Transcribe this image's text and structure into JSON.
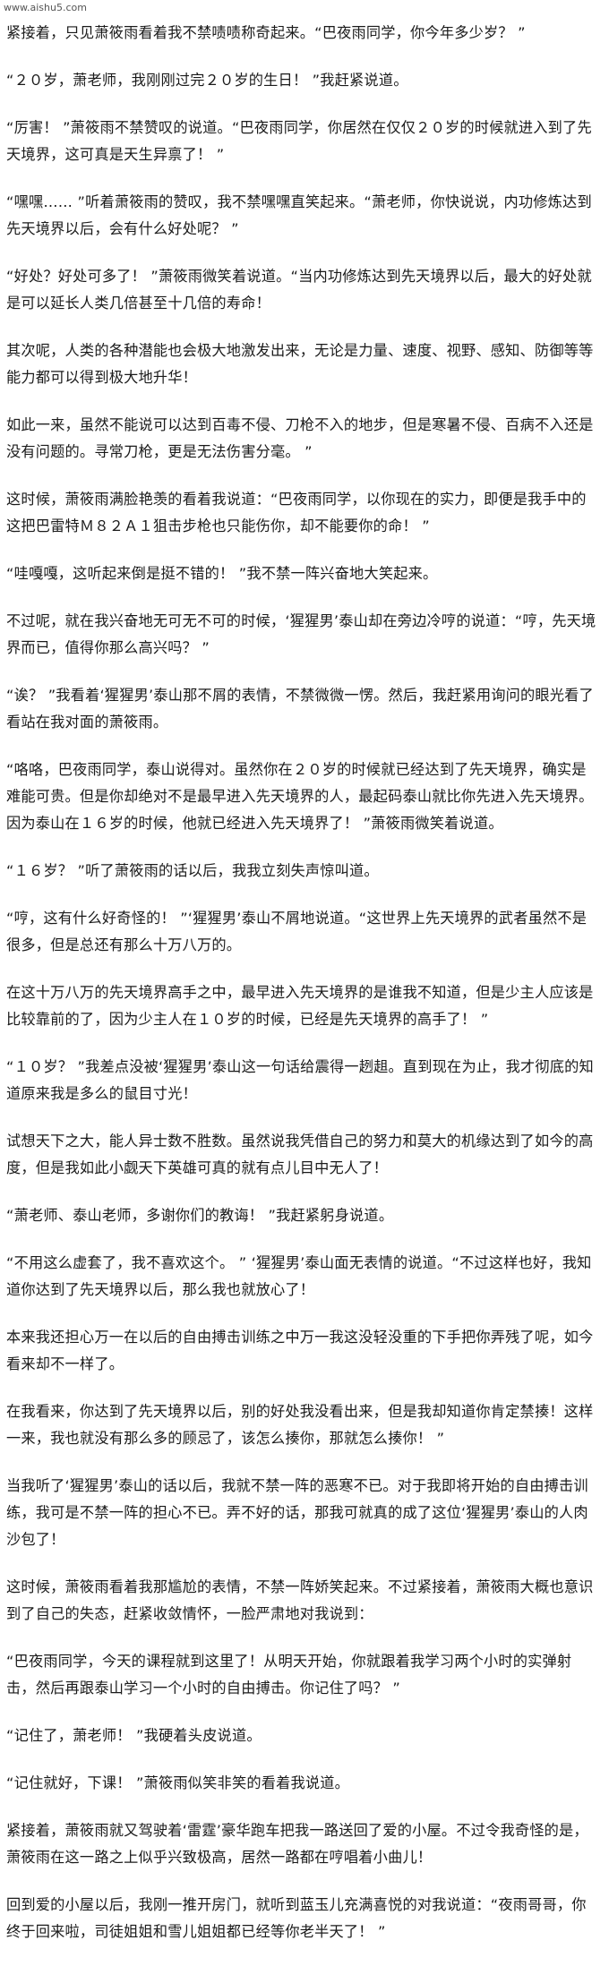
{
  "site": {
    "watermark": "www.aishu5.com"
  },
  "paragraphs": [
    "紧接着，只见萧筱雨看着我不禁啧啧称奇起来。“巴夜雨同学，你今年多少岁？ ”",
    "“２０岁，萧老师，我刚刚过完２０岁的生日！ ”我赶紧说道。",
    "“厉害！ ”萧筱雨不禁赞叹的说道。“巴夜雨同学，你居然在仅仅２０岁的时候就进入到了先天境界，这可真是天生异禀了！ ”",
    "“嘿嘿…… ”听着萧筱雨的赞叹，我不禁嘿嘿直笑起来。“萧老师，你快说说，内功修炼达到先天境界以后，会有什么好处呢？ ”",
    "“好处？好处可多了！ ”萧筱雨微笑着说道。“当内功修炼达到先天境界以后，最大的好处就是可以延长人类几倍甚至十几倍的寿命！",
    "其次呢，人类的各种潜能也会极大地激发出来，无论是力量、速度、视野、感知、防御等等能力都可以得到极大地升华！",
    "如此一来，虽然不能说可以达到百毒不侵、刀枪不入的地步，但是寒暑不侵、百病不入还是没有问题的。寻常刀枪，更是无法伤害分毫。 ”",
    "这时候，萧筱雨满脸艳羡的看着我说道：“巴夜雨同学，以你现在的实力，即便是我手中的这把巴雷特Ｍ８２Ａ１狙击步枪也只能伤你，却不能要你的命！ ”",
    "“哇嘎嘎，这听起来倒是挺不错的！ ”我不禁一阵兴奋地大笑起来。",
    "不过呢，就在我兴奋地无可无不可的时候，‘猩猩男’泰山却在旁边冷哼的说道：“哼，先天境界而已，值得你那么高兴吗？ ”",
    "“诶？ ”我看着‘猩猩男’泰山那不屑的表情，不禁微微一愣。然后，我赶紧用询问的眼光看了看站在我对面的萧筱雨。",
    "“咯咯，巴夜雨同学，泰山说得对。虽然你在２０岁的时候就已经达到了先天境界，确实是难能可贵。但是你却绝对不是最早进入先天境界的人，最起码泰山就比你先进入先天境界。因为泰山在１６岁的时候，他就已经进入先天境界了！ ”萧筱雨微笑着说道。",
    "“１６岁？ ”听了萧筱雨的话以后，我我立刻失声惊叫道。",
    "“哼，这有什么好奇怪的！ ”‘猩猩男’泰山不屑地说道。“这世界上先天境界的武者虽然不是很多，但是总还有那么十万八万的。",
    "在这十万八万的先天境界高手之中，最早进入先天境界的是谁我不知道，但是少主人应该是比较靠前的了，因为少主人在１０岁的时候，已经是先天境界的高手了！ ”",
    "“１０岁？ ”我差点没被‘猩猩男’泰山这一句话给震得一趔趄。直到现在为止，我才彻底的知道原来我是多么的鼠目寸光！",
    "试想天下之大，能人异士数不胜数。虽然说我凭借自己的努力和莫大的机缘达到了如今的高度，但是我如此小觑天下英雄可真的就有点儿目中无人了！",
    "“萧老师、泰山老师，多谢你们的教诲！ ”我赶紧躬身说道。",
    "“不用这么虚套了，我不喜欢这个。 ”  ‘猩猩男’泰山面无表情的说道。“不过这样也好，我知道你达到了先天境界以后，那么我也就放心了！",
    "本来我还担心万一在以后的自由搏击训练之中万一我这没轻没重的下手把你弄残了呢，如今看来却不一样了。",
    "在我看来，你达到了先天境界以后，别的好处我没看出来，但是我却知道你肯定禁揍！这样一来，我也就没有那么多的顾忌了，该怎么揍你，那就怎么揍你！ ”",
    "当我听了‘猩猩男’泰山的话以后，我就不禁一阵的恶寒不已。对于我即将开始的自由搏击训练，我可是不禁一阵的担心不已。弄不好的话，那我可就真的成了这位‘猩猩男’泰山的人肉沙包了！",
    "这时候，萧筱雨看着我那尴尬的表情，不禁一阵娇笑起来。不过紧接着，萧筱雨大概也意识到了自己的失态，赶紧收敛情怀，一脸严肃地对我说到：",
    "“巴夜雨同学，今天的课程就到这里了！从明天开始，你就跟着我学习两个小时的实弹射击，然后再跟泰山学习一个小时的自由搏击。你记住了吗？ ”",
    "“记住了，萧老师！ ”我硬着头皮说道。",
    "“记住就好，下课！ ”萧筱雨似笑非笑的看着我说道。",
    "紧接着，萧筱雨就又驾驶着‘雷霆’豪华跑车把我一路送回了爱的小屋。不过令我奇怪的是，萧筱雨在这一路之上似乎兴致极高，居然一路都在哼唱着小曲儿！",
    "回到爱的小屋以后，我刚一推开房门，就听到蓝玉儿充满喜悦的对我说道：“夜雨哥哥，你终于回来啦，司徒姐姐和雪儿姐姐都已经等你老半天了！ ”"
  ]
}
